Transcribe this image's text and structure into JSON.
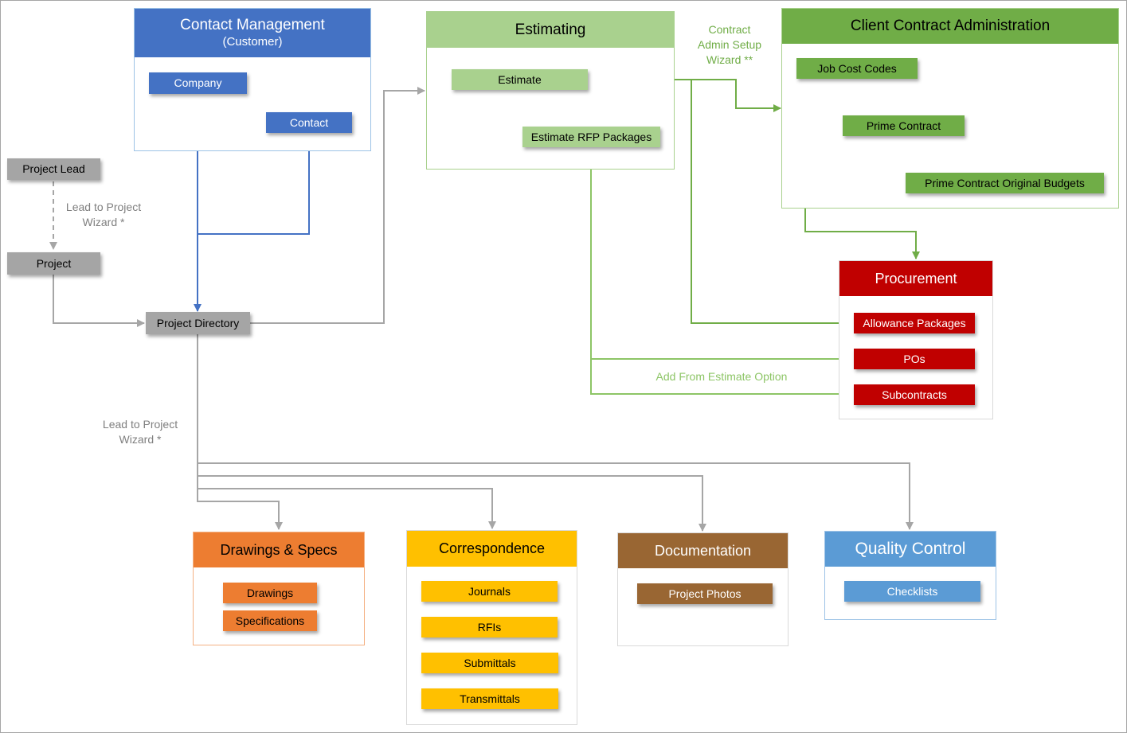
{
  "colors": {
    "blue": "#4472c4",
    "gray": "#a5a5a5",
    "light_green": "#a9d18e",
    "dark_green": "#70ad47",
    "red": "#c00000",
    "orange": "#ed7d31",
    "yellow": "#ffc000",
    "brown": "#996633",
    "light_blue": "#5b9bd5",
    "line_gray": "#a6a6a6",
    "line_green": "#70ad47",
    "label_gray": "#7f7f7f"
  },
  "contact_management": {
    "title": "Contact Management",
    "subtitle": "(Customer)",
    "company": "Company",
    "contact": "Contact"
  },
  "project_flow": {
    "project_lead": "Project Lead",
    "lead_to_project_label": "Lead to Project\nWizard *",
    "project": "Project",
    "project_directory": "Project Directory",
    "lead_to_project_label_2": "Lead to Project\nWizard *"
  },
  "estimating": {
    "title": "Estimating",
    "estimate": "Estimate",
    "rfp_packages": "Estimate RFP Packages"
  },
  "contract_admin_label": "Contract\nAdmin Setup\nWizard **",
  "client_contract": {
    "title": "Client Contract Administration",
    "job_cost_codes": "Job Cost Codes",
    "prime_contract": "Prime Contract",
    "original_budgets": "Prime Contract Original Budgets"
  },
  "procurement": {
    "title": "Procurement",
    "items": [
      "Allowance Packages",
      "POs",
      "Subcontracts"
    ]
  },
  "add_from_estimate_label": "Add From Estimate Option",
  "drawings_specs": {
    "title": "Drawings & Specs",
    "items": [
      "Drawings",
      "Specifications"
    ]
  },
  "correspondence": {
    "title": "Correspondence",
    "items": [
      "Journals",
      "RFIs",
      "Submittals",
      "Transmittals"
    ]
  },
  "documentation": {
    "title": "Documentation",
    "items": [
      "Project Photos"
    ]
  },
  "quality_control": {
    "title": "Quality Control",
    "items": [
      "Checklists"
    ]
  }
}
